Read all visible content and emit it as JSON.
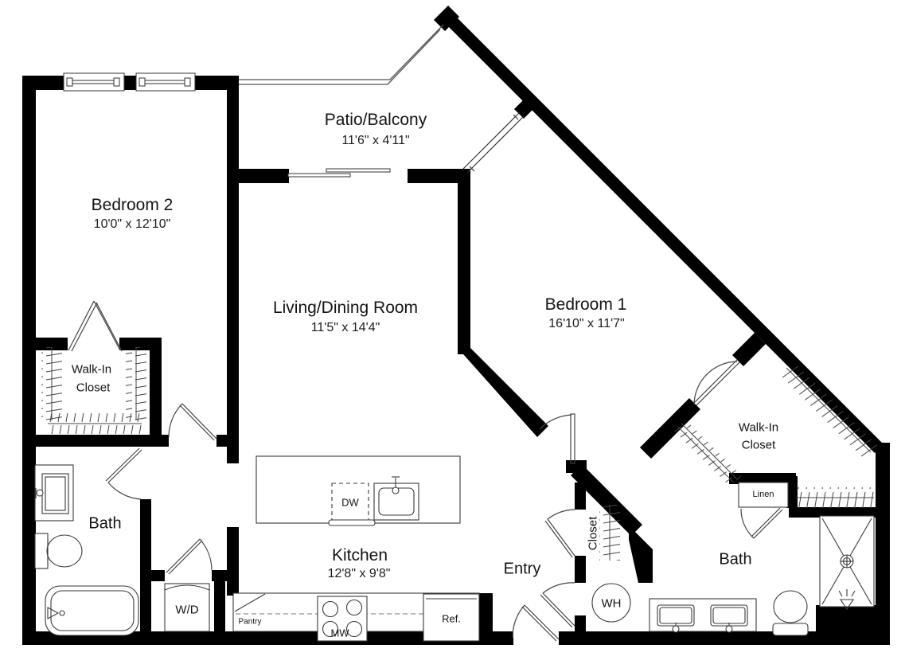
{
  "colors": {
    "wall": "#000000",
    "background": "#ffffff",
    "line": "#3d3d3d",
    "text": "#141414"
  },
  "rooms": {
    "bedroom_2": {
      "name": "Bedroom 2",
      "dims": "10'0\" x 12'10\""
    },
    "patio_balcony": {
      "name": "Patio/Balcony",
      "dims": "11'6\" x 4'11\""
    },
    "living_dining": {
      "name": "Living/Dining Room",
      "dims": "11'5\" x 14'4\""
    },
    "bedroom_1": {
      "name": "Bedroom 1",
      "dims": "16'10\" x 11'7\""
    },
    "kitchen": {
      "name": "Kitchen",
      "dims": "12'8\" x 9'8\""
    },
    "walk_in_closet_left": {
      "line1": "Walk-In",
      "line2": "Closet"
    },
    "walk_in_closet_right": {
      "line1": "Walk-In",
      "line2": "Closet"
    },
    "bath_left": {
      "name": "Bath"
    },
    "bath_right": {
      "name": "Bath"
    },
    "entry": {
      "name": "Entry"
    }
  },
  "fixtures": {
    "entry_closet": "Closet",
    "water_heater": "WH",
    "washer_dryer": "W/D",
    "linen": "Linen",
    "pantry": "Pantry",
    "dishwasher": "DW",
    "microwave": "MW",
    "refrigerator": "Ref."
  }
}
